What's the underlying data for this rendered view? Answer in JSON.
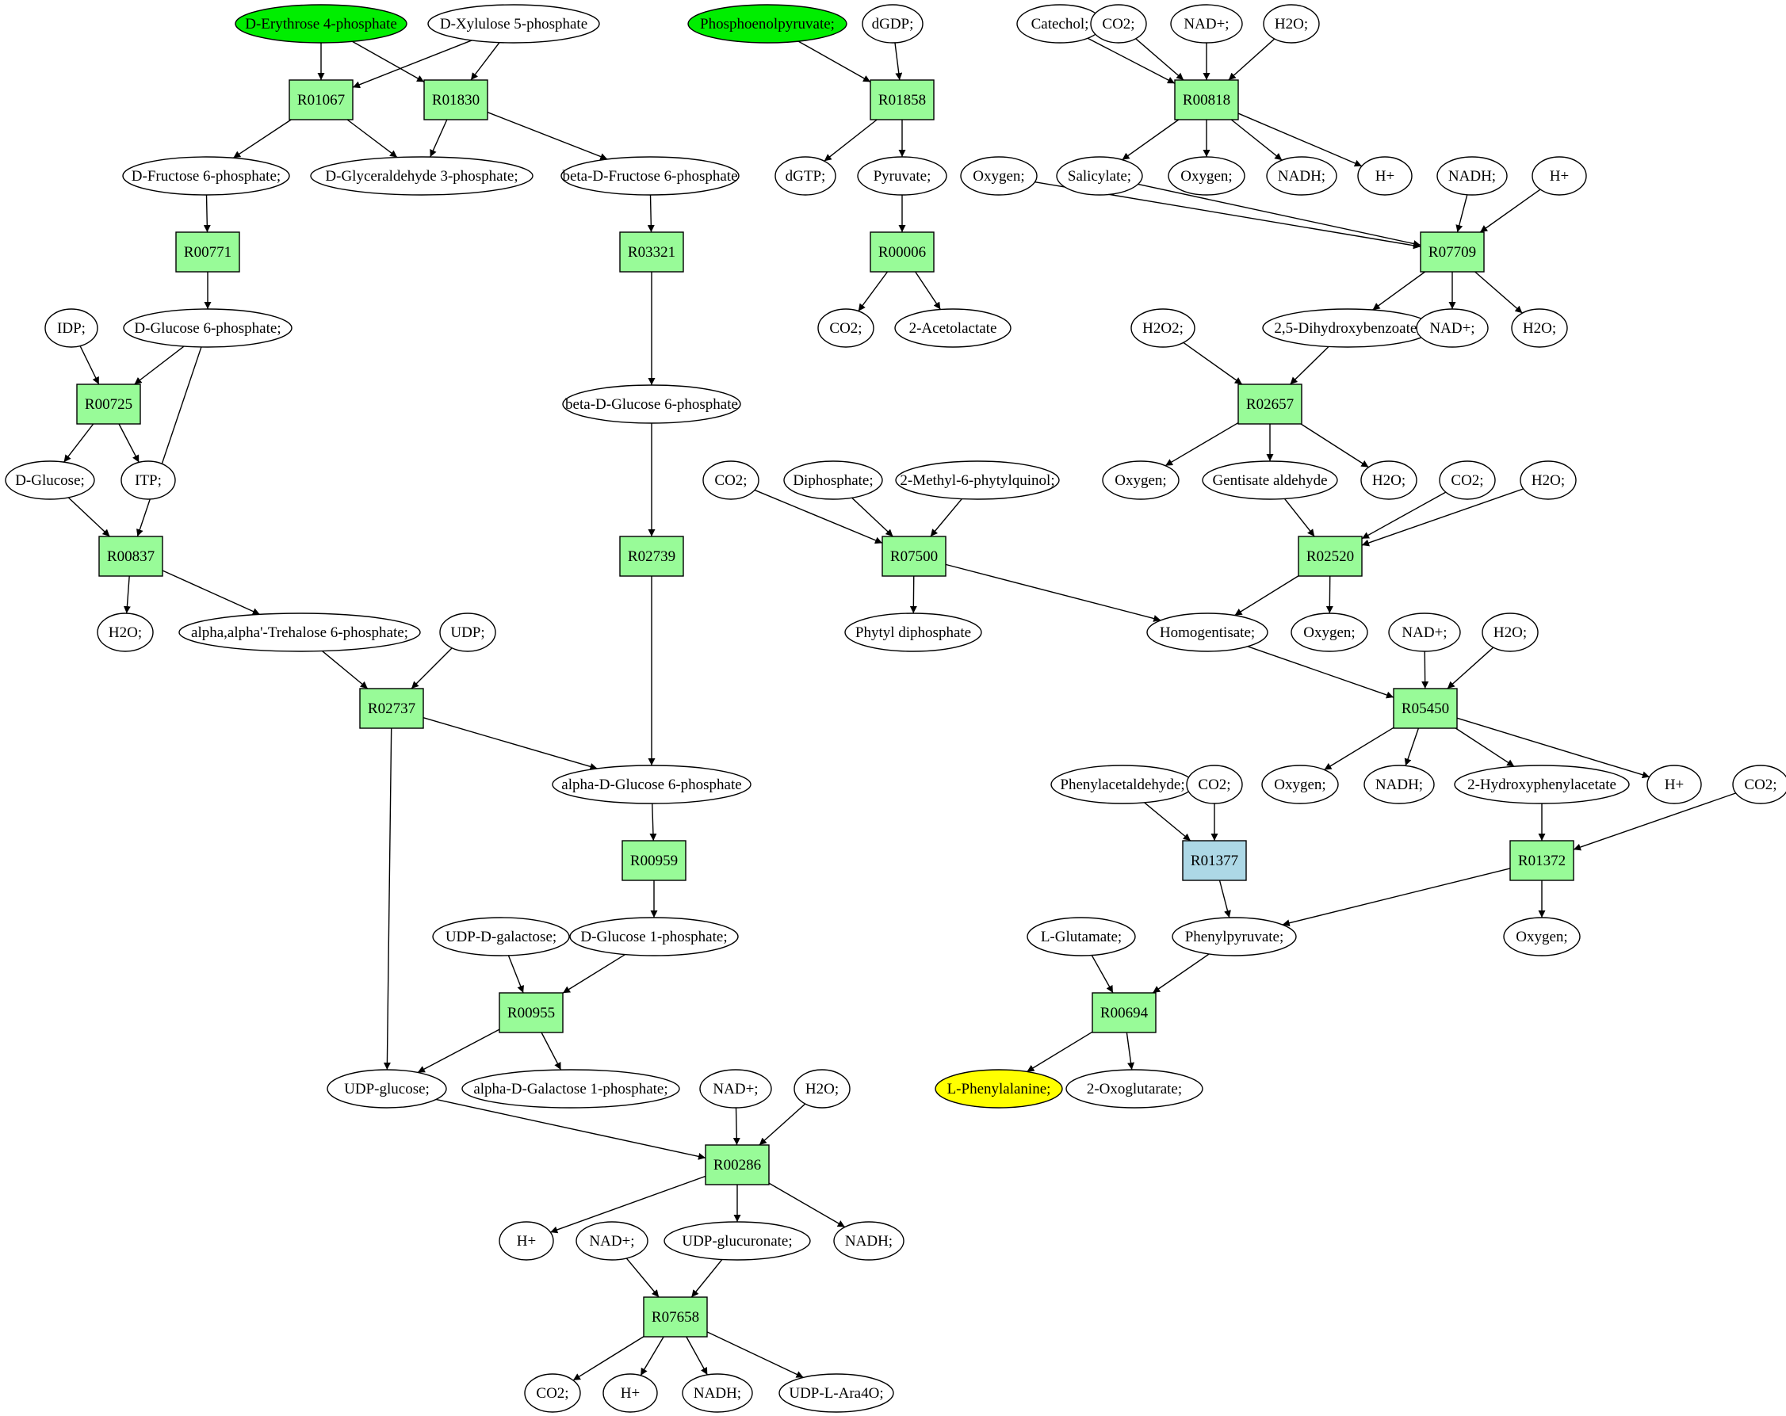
{
  "colors": {
    "reaction": "#98fb98",
    "reaction_alt": "#add8e6",
    "start_metabolite": "#00ee00",
    "target_metabolite": "#ffff00",
    "metabolite": "#ffffff",
    "stroke": "#000000"
  },
  "nodes": [
    {
      "id": "m_e4p",
      "kind": "metabolite",
      "label": "D-Erythrose 4-phosphate",
      "fill": "start"
    },
    {
      "id": "m_x5p",
      "kind": "metabolite",
      "label": "D-Xylulose 5-phosphate"
    },
    {
      "id": "r01067",
      "kind": "reaction",
      "label": "R01067"
    },
    {
      "id": "r01830",
      "kind": "reaction",
      "label": "R01830"
    },
    {
      "id": "m_f6p",
      "kind": "metabolite",
      "label": "D-Fructose 6-phosphate;"
    },
    {
      "id": "m_g3p",
      "kind": "metabolite",
      "label": "D-Glyceraldehyde 3-phosphate;"
    },
    {
      "id": "m_bf6p",
      "kind": "metabolite",
      "label": "beta-D-Fructose 6-phosphate"
    },
    {
      "id": "r00771",
      "kind": "reaction",
      "label": "R00771"
    },
    {
      "id": "r03321",
      "kind": "reaction",
      "label": "R03321"
    },
    {
      "id": "m_idp",
      "kind": "metabolite",
      "label": "IDP;"
    },
    {
      "id": "m_g6p",
      "kind": "metabolite",
      "label": "D-Glucose 6-phosphate;"
    },
    {
      "id": "r00725",
      "kind": "reaction",
      "label": "R00725"
    },
    {
      "id": "m_glc",
      "kind": "metabolite",
      "label": "D-Glucose;"
    },
    {
      "id": "m_itp",
      "kind": "metabolite",
      "label": "ITP;"
    },
    {
      "id": "m_bg6p",
      "kind": "metabolite",
      "label": "beta-D-Glucose 6-phosphate"
    },
    {
      "id": "r00837",
      "kind": "reaction",
      "label": "R00837"
    },
    {
      "id": "r02739",
      "kind": "reaction",
      "label": "R02739"
    },
    {
      "id": "m_h2o_a",
      "kind": "metabolite",
      "label": "H2O;"
    },
    {
      "id": "m_tre6p",
      "kind": "metabolite",
      "label": "alpha,alpha'-Trehalose 6-phosphate;"
    },
    {
      "id": "m_udp",
      "kind": "metabolite",
      "label": "UDP;"
    },
    {
      "id": "r02737",
      "kind": "reaction",
      "label": "R02737"
    },
    {
      "id": "m_ag6p",
      "kind": "metabolite",
      "label": "alpha-D-Glucose 6-phosphate"
    },
    {
      "id": "r00959",
      "kind": "reaction",
      "label": "R00959"
    },
    {
      "id": "m_udpgal",
      "kind": "metabolite",
      "label": "UDP-D-galactose;"
    },
    {
      "id": "m_g1p",
      "kind": "metabolite",
      "label": "D-Glucose 1-phosphate;"
    },
    {
      "id": "r00955",
      "kind": "reaction",
      "label": "R00955"
    },
    {
      "id": "m_udpglc",
      "kind": "metabolite",
      "label": "UDP-glucose;"
    },
    {
      "id": "m_gal1p",
      "kind": "metabolite",
      "label": "alpha-D-Galactose 1-phosphate;"
    },
    {
      "id": "m_nad_a",
      "kind": "metabolite",
      "label": "NAD+;"
    },
    {
      "id": "m_h2o_b",
      "kind": "metabolite",
      "label": "H2O;"
    },
    {
      "id": "r00286",
      "kind": "reaction",
      "label": "R00286"
    },
    {
      "id": "m_h_a",
      "kind": "metabolite",
      "label": "H+"
    },
    {
      "id": "m_nad_b",
      "kind": "metabolite",
      "label": "NAD+;"
    },
    {
      "id": "m_udpglcu",
      "kind": "metabolite",
      "label": "UDP-glucuronate;"
    },
    {
      "id": "m_nadh_a",
      "kind": "metabolite",
      "label": "NADH;"
    },
    {
      "id": "r07658",
      "kind": "reaction",
      "label": "R07658"
    },
    {
      "id": "m_co2_a",
      "kind": "metabolite",
      "label": "CO2;"
    },
    {
      "id": "m_h_b",
      "kind": "metabolite",
      "label": "H+"
    },
    {
      "id": "m_nadh_b",
      "kind": "metabolite",
      "label": "NADH;"
    },
    {
      "id": "m_udpara",
      "kind": "metabolite",
      "label": "UDP-L-Ara4O;"
    },
    {
      "id": "m_pep",
      "kind": "metabolite",
      "label": "Phosphoenolpyruvate;",
      "fill": "start"
    },
    {
      "id": "m_dgdp",
      "kind": "metabolite",
      "label": "dGDP;"
    },
    {
      "id": "r01858",
      "kind": "reaction",
      "label": "R01858"
    },
    {
      "id": "m_dgtp",
      "kind": "metabolite",
      "label": "dGTP;"
    },
    {
      "id": "m_pyr",
      "kind": "metabolite",
      "label": "Pyruvate;"
    },
    {
      "id": "r00006",
      "kind": "reaction",
      "label": "R00006"
    },
    {
      "id": "m_co2_b",
      "kind": "metabolite",
      "label": "CO2;"
    },
    {
      "id": "m_acl",
      "kind": "metabolite",
      "label": "2-Acetolactate"
    },
    {
      "id": "m_cat",
      "kind": "metabolite",
      "label": "Catechol;"
    },
    {
      "id": "m_co2_c",
      "kind": "metabolite",
      "label": "CO2;"
    },
    {
      "id": "m_nad_c",
      "kind": "metabolite",
      "label": "NAD+;"
    },
    {
      "id": "m_h2o_c",
      "kind": "metabolite",
      "label": "H2O;"
    },
    {
      "id": "r00818",
      "kind": "reaction",
      "label": "R00818"
    },
    {
      "id": "m_oxy_a",
      "kind": "metabolite",
      "label": "Oxygen;"
    },
    {
      "id": "m_sal",
      "kind": "metabolite",
      "label": "Salicylate;"
    },
    {
      "id": "m_oxy_b",
      "kind": "metabolite",
      "label": "Oxygen;"
    },
    {
      "id": "m_nadh_c",
      "kind": "metabolite",
      "label": "NADH;"
    },
    {
      "id": "m_h_c",
      "kind": "metabolite",
      "label": "H+"
    },
    {
      "id": "m_nadh_d",
      "kind": "metabolite",
      "label": "NADH;"
    },
    {
      "id": "m_h_d",
      "kind": "metabolite",
      "label": "H+"
    },
    {
      "id": "r07709",
      "kind": "reaction",
      "label": "R07709"
    },
    {
      "id": "m_h2o2",
      "kind": "metabolite",
      "label": "H2O2;"
    },
    {
      "id": "m_dhb",
      "kind": "metabolite",
      "label": "2,5-Dihydroxybenzoate;"
    },
    {
      "id": "m_nad_d",
      "kind": "metabolite",
      "label": "NAD+;"
    },
    {
      "id": "m_h2o_d",
      "kind": "metabolite",
      "label": "H2O;"
    },
    {
      "id": "r02657",
      "kind": "reaction",
      "label": "R02657"
    },
    {
      "id": "m_oxy_c",
      "kind": "metabolite",
      "label": "Oxygen;"
    },
    {
      "id": "m_gald",
      "kind": "metabolite",
      "label": "Gentisate aldehyde"
    },
    {
      "id": "m_h2o_e",
      "kind": "metabolite",
      "label": "H2O;"
    },
    {
      "id": "m_co2_d",
      "kind": "metabolite",
      "label": "CO2;"
    },
    {
      "id": "m_h2o_f",
      "kind": "metabolite",
      "label": "H2O;"
    },
    {
      "id": "m_co2_e",
      "kind": "metabolite",
      "label": "CO2;"
    },
    {
      "id": "m_dip",
      "kind": "metabolite",
      "label": "Diphosphate;"
    },
    {
      "id": "m_mpq",
      "kind": "metabolite",
      "label": "2-Methyl-6-phytylquinol;"
    },
    {
      "id": "r07500",
      "kind": "reaction",
      "label": "R07500"
    },
    {
      "id": "r02520",
      "kind": "reaction",
      "label": "R02520"
    },
    {
      "id": "m_phydp",
      "kind": "metabolite",
      "label": "Phytyl diphosphate"
    },
    {
      "id": "m_hgt",
      "kind": "metabolite",
      "label": "Homogentisate;"
    },
    {
      "id": "m_oxy_d",
      "kind": "metabolite",
      "label": "Oxygen;"
    },
    {
      "id": "m_nad_e",
      "kind": "metabolite",
      "label": "NAD+;"
    },
    {
      "id": "m_h2o_g",
      "kind": "metabolite",
      "label": "H2O;"
    },
    {
      "id": "r05450",
      "kind": "reaction",
      "label": "R05450"
    },
    {
      "id": "m_phald",
      "kind": "metabolite",
      "label": "Phenylacetaldehyde;"
    },
    {
      "id": "m_co2_f",
      "kind": "metabolite",
      "label": "CO2;"
    },
    {
      "id": "m_oxy_e",
      "kind": "metabolite",
      "label": "Oxygen;"
    },
    {
      "id": "m_nadh_e",
      "kind": "metabolite",
      "label": "NADH;"
    },
    {
      "id": "m_hpa",
      "kind": "metabolite",
      "label": "2-Hydroxyphenylacetate"
    },
    {
      "id": "m_h_e",
      "kind": "metabolite",
      "label": "H+"
    },
    {
      "id": "m_co2_g",
      "kind": "metabolite",
      "label": "CO2;"
    },
    {
      "id": "r01377",
      "kind": "reaction",
      "label": "R01377",
      "fill": "alt"
    },
    {
      "id": "r01372",
      "kind": "reaction",
      "label": "R01372"
    },
    {
      "id": "m_glu",
      "kind": "metabolite",
      "label": "L-Glutamate;"
    },
    {
      "id": "m_ppyr",
      "kind": "metabolite",
      "label": "Phenylpyruvate;"
    },
    {
      "id": "m_oxy_f",
      "kind": "metabolite",
      "label": "Oxygen;"
    },
    {
      "id": "r00694",
      "kind": "reaction",
      "label": "R00694"
    },
    {
      "id": "m_phe",
      "kind": "metabolite",
      "label": "L-Phenylalanine;",
      "fill": "target"
    },
    {
      "id": "m_2og",
      "kind": "metabolite",
      "label": "2-Oxoglutarate;"
    }
  ],
  "edges": [
    [
      "m_e4p",
      "r01067"
    ],
    [
      "m_x5p",
      "r01067"
    ],
    [
      "m_e4p",
      "r01830"
    ],
    [
      "m_x5p",
      "r01830"
    ],
    [
      "r01067",
      "m_f6p"
    ],
    [
      "r01067",
      "m_g3p"
    ],
    [
      "r01830",
      "m_g3p"
    ],
    [
      "r01830",
      "m_bf6p"
    ],
    [
      "m_f6p",
      "r00771"
    ],
    [
      "r00771",
      "m_g6p"
    ],
    [
      "m_bf6p",
      "r03321"
    ],
    [
      "r03321",
      "m_bg6p"
    ],
    [
      "m_idp",
      "r00725"
    ],
    [
      "m_g6p",
      "r00725"
    ],
    [
      "r00725",
      "m_glc"
    ],
    [
      "r00725",
      "m_itp"
    ],
    [
      "m_glc",
      "r00837"
    ],
    [
      "m_g6p",
      "r00837"
    ],
    [
      "r00837",
      "m_h2o_a"
    ],
    [
      "r00837",
      "m_tre6p"
    ],
    [
      "m_bg6p",
      "r02739"
    ],
    [
      "r02739",
      "m_ag6p"
    ],
    [
      "m_tre6p",
      "r02737"
    ],
    [
      "m_udp",
      "r02737"
    ],
    [
      "r02737",
      "m_ag6p"
    ],
    [
      "r02737",
      "m_udpglc"
    ],
    [
      "m_ag6p",
      "r00959"
    ],
    [
      "r00959",
      "m_g1p"
    ],
    [
      "m_udpgal",
      "r00955"
    ],
    [
      "m_g1p",
      "r00955"
    ],
    [
      "r00955",
      "m_udpglc"
    ],
    [
      "r00955",
      "m_gal1p"
    ],
    [
      "m_udpglc",
      "r00286"
    ],
    [
      "m_nad_a",
      "r00286"
    ],
    [
      "m_h2o_b",
      "r00286"
    ],
    [
      "r00286",
      "m_h_a"
    ],
    [
      "r00286",
      "m_udpglcu"
    ],
    [
      "r00286",
      "m_nadh_a"
    ],
    [
      "m_nad_b",
      "r07658"
    ],
    [
      "m_udpglcu",
      "r07658"
    ],
    [
      "r07658",
      "m_co2_a"
    ],
    [
      "r07658",
      "m_h_b"
    ],
    [
      "r07658",
      "m_nadh_b"
    ],
    [
      "r07658",
      "m_udpara"
    ],
    [
      "m_pep",
      "r01858"
    ],
    [
      "m_dgdp",
      "r01858"
    ],
    [
      "r01858",
      "m_dgtp"
    ],
    [
      "r01858",
      "m_pyr"
    ],
    [
      "m_pyr",
      "r00006"
    ],
    [
      "r00006",
      "m_co2_b"
    ],
    [
      "r00006",
      "m_acl"
    ],
    [
      "m_cat",
      "r00818"
    ],
    [
      "m_co2_c",
      "r00818"
    ],
    [
      "m_nad_c",
      "r00818"
    ],
    [
      "m_h2o_c",
      "r00818"
    ],
    [
      "r00818",
      "m_sal"
    ],
    [
      "r00818",
      "m_oxy_b"
    ],
    [
      "r00818",
      "m_nadh_c"
    ],
    [
      "r00818",
      "m_h_c"
    ],
    [
      "m_oxy_a",
      "r07709"
    ],
    [
      "m_sal",
      "r07709"
    ],
    [
      "m_nadh_d",
      "r07709"
    ],
    [
      "m_h_d",
      "r07709"
    ],
    [
      "r07709",
      "m_dhb"
    ],
    [
      "r07709",
      "m_nad_d"
    ],
    [
      "r07709",
      "m_h2o_d"
    ],
    [
      "m_h2o2",
      "r02657"
    ],
    [
      "m_dhb",
      "r02657"
    ],
    [
      "r02657",
      "m_oxy_c"
    ],
    [
      "r02657",
      "m_gald"
    ],
    [
      "r02657",
      "m_h2o_e"
    ],
    [
      "m_co2_e",
      "r07500"
    ],
    [
      "m_dip",
      "r07500"
    ],
    [
      "m_mpq",
      "r07500"
    ],
    [
      "r07500",
      "m_phydp"
    ],
    [
      "r07500",
      "m_hgt"
    ],
    [
      "m_gald",
      "r02520"
    ],
    [
      "m_co2_d",
      "r02520"
    ],
    [
      "m_h2o_f",
      "r02520"
    ],
    [
      "r02520",
      "m_hgt"
    ],
    [
      "r02520",
      "m_oxy_d"
    ],
    [
      "m_hgt",
      "r05450"
    ],
    [
      "m_nad_e",
      "r05450"
    ],
    [
      "m_h2o_g",
      "r05450"
    ],
    [
      "r05450",
      "m_oxy_e"
    ],
    [
      "r05450",
      "m_nadh_e"
    ],
    [
      "r05450",
      "m_hpa"
    ],
    [
      "r05450",
      "m_h_e"
    ],
    [
      "m_phald",
      "r01377"
    ],
    [
      "m_co2_f",
      "r01377"
    ],
    [
      "r01377",
      "m_ppyr"
    ],
    [
      "m_hpa",
      "r01372"
    ],
    [
      "m_co2_g",
      "r01372"
    ],
    [
      "r01372",
      "m_ppyr"
    ],
    [
      "r01372",
      "m_oxy_f"
    ],
    [
      "m_glu",
      "r00694"
    ],
    [
      "m_ppyr",
      "r00694"
    ],
    [
      "r00694",
      "m_phe"
    ],
    [
      "r00694",
      "m_2og"
    ]
  ]
}
